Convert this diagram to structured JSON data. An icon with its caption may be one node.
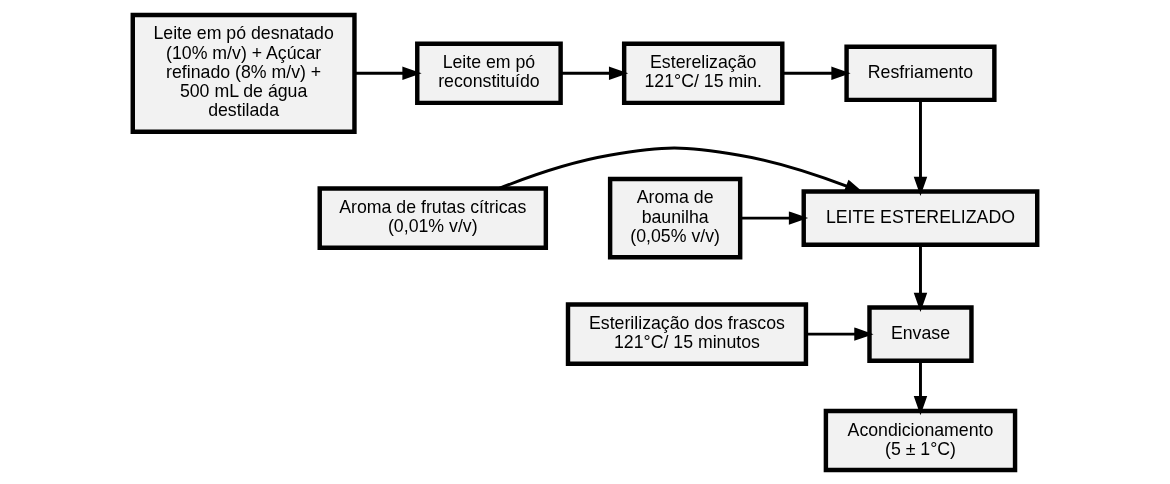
{
  "diagram": {
    "nodes": [
      {
        "text": [
          "Leite em pó desnatado (10% m/v) + Açúcar refinado (8% m/v) + 500 mL de água destilada"
        ]
      },
      {
        "text": [
          "Leite em pó reconstituído"
        ]
      },
      {
        "text": [
          "Esterelização 121°C/ 15 min."
        ]
      },
      {
        "text": [
          "Resfriamento"
        ]
      },
      {
        "text": [
          "Aroma de frutas cítricas (0,01% v/v)"
        ]
      },
      {
        "text": [
          "LEITE ESTERELIZADO"
        ]
      },
      {
        "text": [
          "Aroma de baunilha (0,05% v/v)"
        ]
      },
      {
        "text": [
          "Esterilização dos frascos 121°C/ 15 minutos"
        ]
      },
      {
        "text": [
          "Envase"
        ]
      },
      {
        "text": [
          "Acondicionamento (5 ± 1°C)"
        ]
      }
    ],
    "edges": [
      {
        "from": 0,
        "to": 1,
        "arrow": "to"
      },
      {
        "from": 1,
        "to": 2,
        "arrow": "to"
      },
      {
        "from": 2,
        "to": 3,
        "arrow": "to"
      },
      {
        "from": 3,
        "to": 5,
        "arrow": "to"
      },
      {
        "from": 4,
        "to": 5,
        "arrow": "to"
      },
      {
        "from": 6,
        "to": 5,
        "arrow": "to"
      },
      {
        "from": 5,
        "to": 8,
        "arrow": "to"
      },
      {
        "from": 7,
        "to": 8,
        "arrow": "to"
      },
      {
        "from": 8,
        "to": 9,
        "arrow": "to"
      }
    ]
  }
}
